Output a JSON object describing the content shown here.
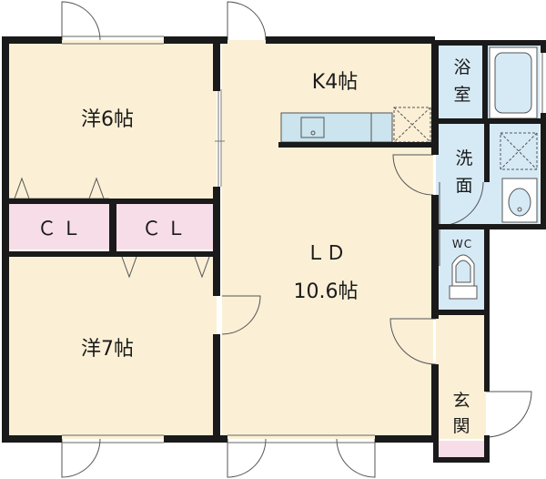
{
  "rooms": {
    "western_6": "洋6帖",
    "western_7": "洋7帖",
    "kitchen": "K4帖",
    "ld_name": "ＬＤ",
    "ld_size": "10.6帖",
    "closet_left": "ＣＬ",
    "closet_right": "ＣＬ",
    "bath_line1": "浴",
    "bath_line2": "室",
    "washroom_line1": "洗",
    "washroom_line2": "面",
    "toilet": "WC",
    "entrance_line1": "玄",
    "entrance_line2": "関"
  },
  "colors": {
    "floor": "#FBF0D6",
    "wet_area": "#D6EAF6",
    "closet": "#F7DDE8",
    "wall": "#1a1a1a",
    "counter": "#CBE4EE"
  }
}
